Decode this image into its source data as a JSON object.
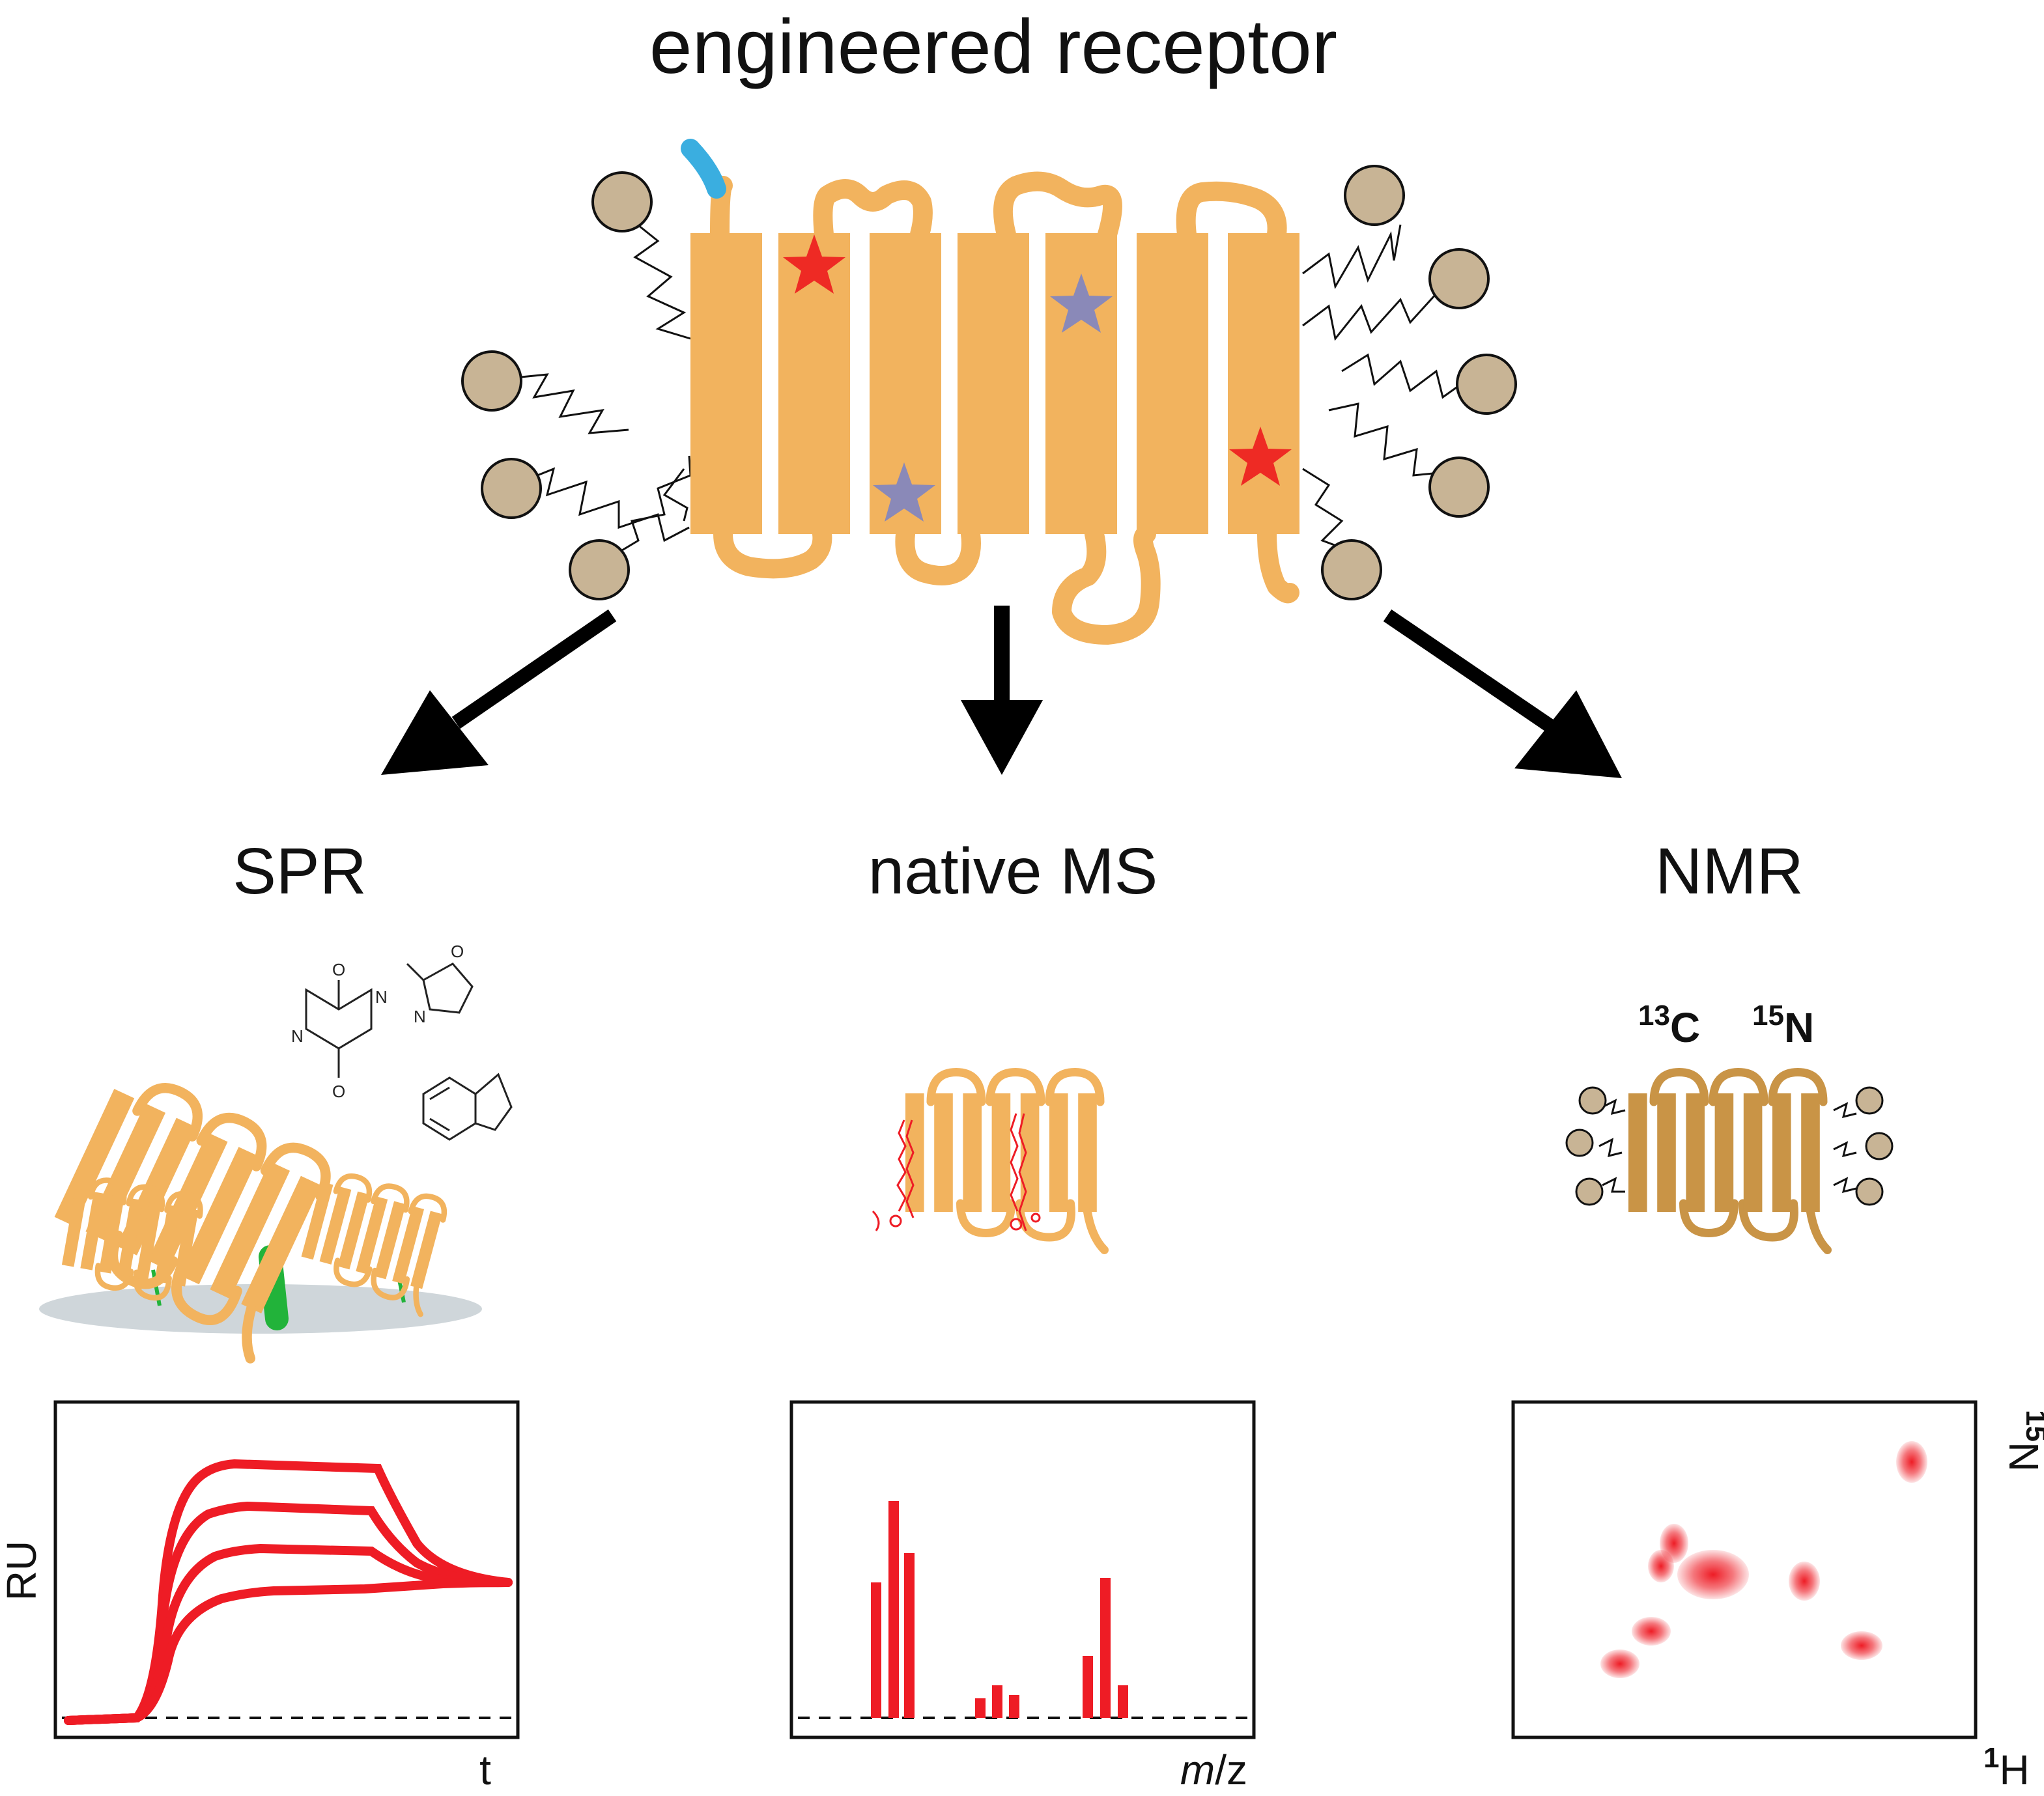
{
  "title": "engineered receptor",
  "methods": {
    "spr": "SPR",
    "native_ms": "native MS",
    "nmr": "NMR"
  },
  "isotopes": {
    "c_mass": "13",
    "c_symbol": "C",
    "n_mass": "15",
    "n_symbol": "N"
  },
  "spr_plot": {
    "ylabel": "RU",
    "xlabel": "t"
  },
  "ms_plot": {
    "xlabel_italic": "m",
    "xlabel_rest": "/z"
  },
  "nmr_plot": {
    "xlabel_mass": "1",
    "xlabel_symbol": "H",
    "ylabel_mass": "15",
    "ylabel_symbol": "N"
  },
  "molecules": {
    "atoms": [
      "O",
      "N",
      "N",
      "O",
      "O",
      "N"
    ]
  },
  "colors": {
    "receptor": "#f2b35e",
    "receptor_nmr": "#c99446",
    "lipid_head": "#c8b495",
    "tag": "#3aaee0",
    "star_red": "#ee2a24",
    "star_purple": "#8a89b8",
    "signal": "#ee1c25",
    "linker": "#22b33a",
    "chip": "#cfd6da"
  },
  "icons": [
    "receptor-diagram",
    "arrow-left-down-icon",
    "arrow-down-icon",
    "arrow-right-down-icon"
  ]
}
